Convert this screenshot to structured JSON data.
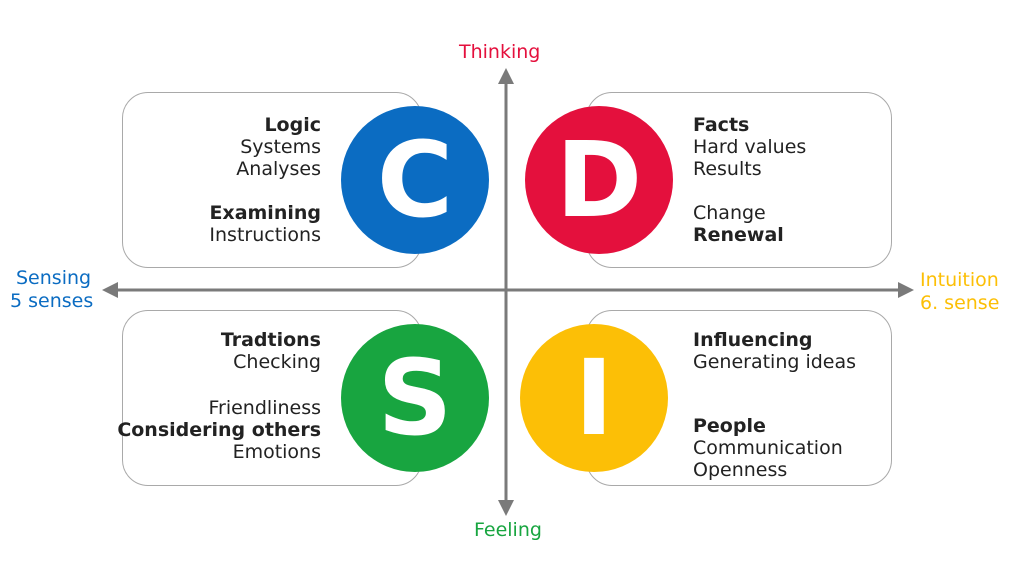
{
  "axes": {
    "top": "Thinking",
    "bottom": "Feeling",
    "left_line1": "Sensing",
    "left_line2": "5 senses",
    "right_line1": "Intuition",
    "right_line2": "6. sense"
  },
  "colors": {
    "C": "#0b6cc2",
    "D": "#e4103d",
    "S": "#18a540",
    "I": "#fcbf06",
    "axis": "#7a7a7a"
  },
  "quadrants": {
    "C": {
      "letter": "C",
      "items": [
        {
          "text": "Logic",
          "bold": true
        },
        {
          "text": "Systems",
          "bold": false
        },
        {
          "text": "Analyses",
          "bold": false
        },
        {
          "text": "Examining",
          "bold": true
        },
        {
          "text": "Instructions",
          "bold": false
        }
      ]
    },
    "D": {
      "letter": "D",
      "items": [
        {
          "text": "Facts",
          "bold": true
        },
        {
          "text": "Hard values",
          "bold": false
        },
        {
          "text": "Results",
          "bold": false
        },
        {
          "text": "Change",
          "bold": false
        },
        {
          "text": "Renewal",
          "bold": true
        }
      ]
    },
    "S": {
      "letter": "S",
      "items": [
        {
          "text": "Tradtions",
          "bold": true
        },
        {
          "text": "Checking",
          "bold": false
        },
        {
          "text": "Friendliness",
          "bold": false
        },
        {
          "text": "Considering others",
          "bold": true
        },
        {
          "text": "Emotions",
          "bold": false
        }
      ]
    },
    "I": {
      "letter": "I",
      "items": [
        {
          "text": "Influencing",
          "bold": true
        },
        {
          "text": "Generating ideas",
          "bold": false
        },
        {
          "text": "People",
          "bold": true
        },
        {
          "text": "Communication",
          "bold": false
        },
        {
          "text": "Openness",
          "bold": false
        }
      ]
    }
  }
}
